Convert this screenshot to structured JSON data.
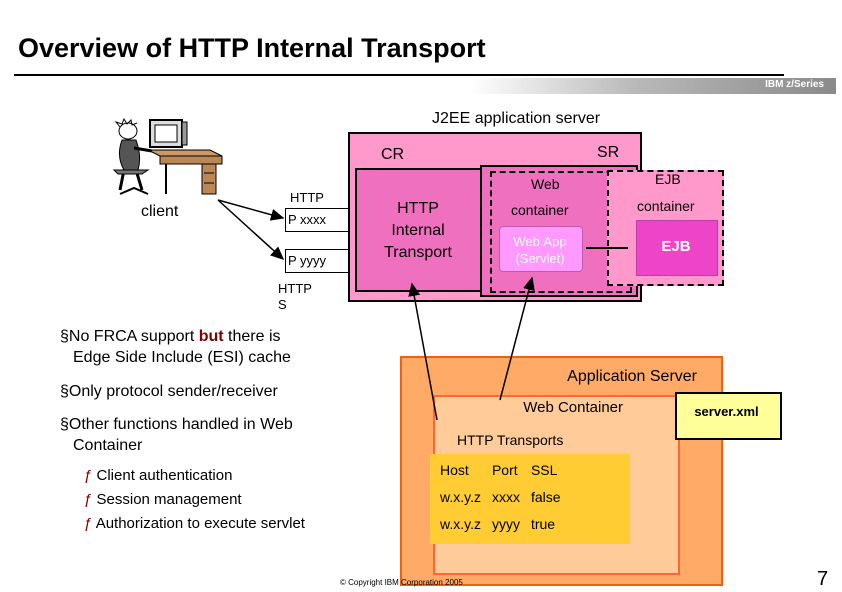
{
  "header": {
    "title": "Overview of HTTP Internal Transport",
    "brand": "IBM z/Series"
  },
  "diagram": {
    "server_label": "J2EE application server",
    "cr": {
      "label": "CR",
      "text": [
        "HTTP",
        "Internal",
        "Transport"
      ]
    },
    "sr": {
      "label": "SR",
      "web_label": "Web",
      "web_container_label": "container",
      "webapp": [
        "Web.App",
        "(Servlet)"
      ],
      "ejb_container_title": "EJB",
      "ejb_container_label": "container",
      "ejb": "EJB"
    },
    "client": {
      "label": "client",
      "http_label": "HTTP",
      "port_x": "P xxxx",
      "port_y": "P yyyy",
      "https_label": [
        "HTTP",
        "S"
      ]
    },
    "app_server": {
      "title": "Application Server",
      "web_container": "Web Container",
      "transports_title": "HTTP Transports",
      "columns": [
        "Host",
        "Port",
        "SSL"
      ],
      "rows": [
        [
          "w.x.y.z",
          "xxxx",
          "false"
        ],
        [
          "w.x.y.z",
          "yyyy",
          "true"
        ]
      ],
      "config_file": "server.xml"
    }
  },
  "bullets": [
    "§No FRCA support but there is",
    "Edge Side Include (ESI) cache",
    "§Only protocol sender/receiver",
    "§Other functions handled in Web",
    "Container"
  ],
  "sub_bullets": [
    "Client authentication",
    "Session management",
    "Authorization to execute servlet"
  ],
  "sub_bullet_marker": "ƒ",
  "footer": {
    "copyright": "© Copyright IBM Corporation 2005",
    "page_number": "7"
  },
  "colors": {
    "server_pink": "#ff99cc",
    "region_magenta": "#f070c0",
    "app_orange": "#ffaa66",
    "transport_yellow": "#ffcc33",
    "emphasis": "#800000"
  }
}
